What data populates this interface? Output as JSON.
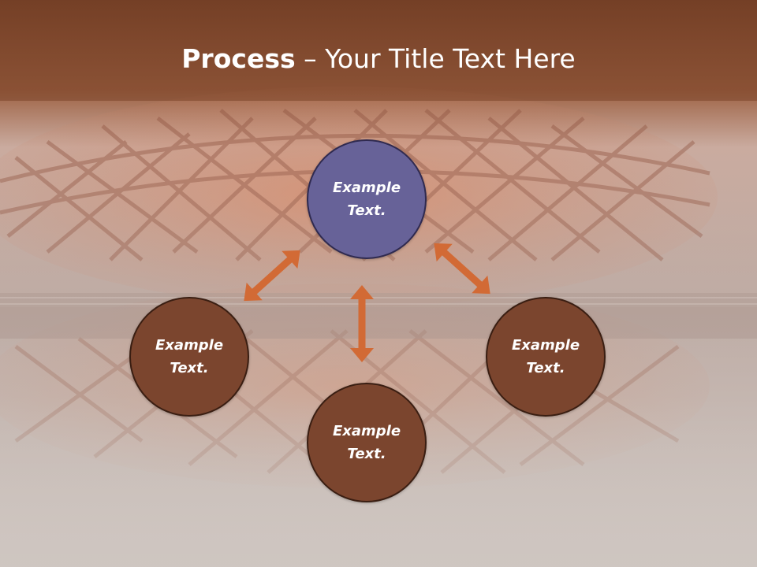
{
  "title": {
    "bold": "Process",
    "separator": " – ",
    "rest": "Your Title Text Here"
  },
  "nodes": {
    "top": {
      "line1": "Example",
      "line2": "Text."
    },
    "left": {
      "line1": "Example",
      "line2": "Text."
    },
    "right": {
      "line1": "Example",
      "line2": "Text."
    },
    "bottom": {
      "line1": "Example",
      "line2": "Text."
    }
  },
  "colors": {
    "header": "#7a4328",
    "top_circle": "#676298",
    "circle": "#7b452e",
    "arrow": "#d26a35",
    "background": "#cfc6c1"
  }
}
